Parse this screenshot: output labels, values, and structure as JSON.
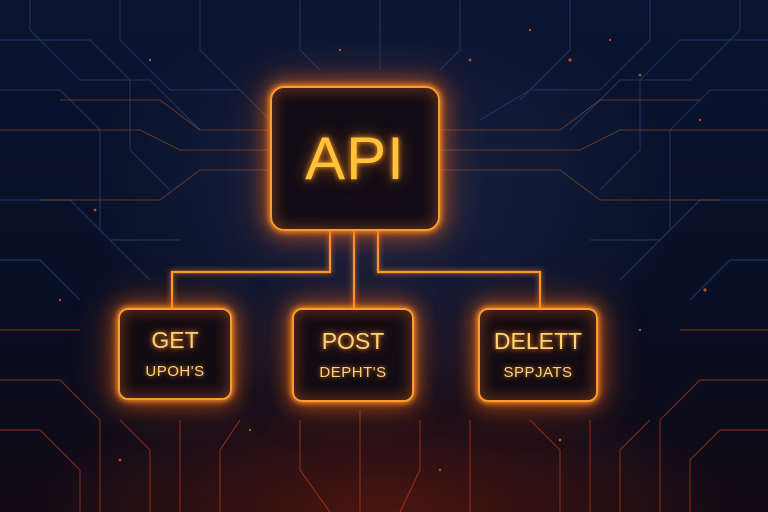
{
  "diagram": {
    "root": {
      "label": "API"
    },
    "children": [
      {
        "method": "GET",
        "sub": "UPOH'S"
      },
      {
        "method": "POST",
        "sub": "DEPHT'S"
      },
      {
        "method": "DELETT",
        "sub": "SPPJATS"
      }
    ]
  },
  "colors": {
    "background": "#060c1c",
    "glow": "#ff9a2e",
    "text": "#ffc23a",
    "circuit": "#2a3a66"
  }
}
